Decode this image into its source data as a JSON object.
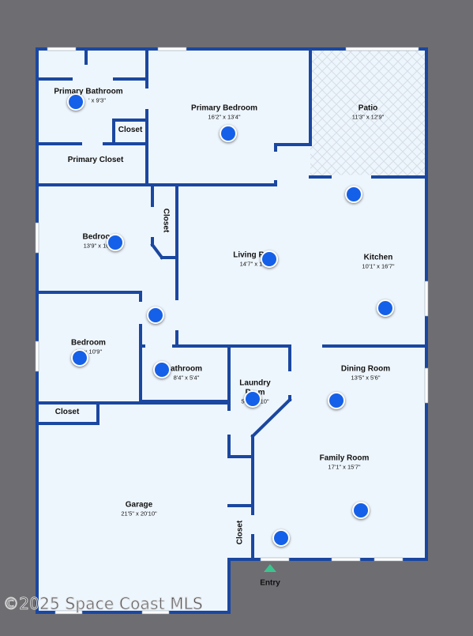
{
  "rooms": {
    "primary_bathroom": {
      "name": "Primary Bathroom",
      "dims": "' x 9'3\""
    },
    "primary_bedroom": {
      "name": "Primary Bedroom",
      "dims": "16'2\" x 13'4\""
    },
    "patio": {
      "name": "Patio",
      "dims": "11'3\" x 12'9\""
    },
    "closet_primary_bath": {
      "name": "Closet"
    },
    "primary_closet": {
      "name": "Primary Closet"
    },
    "closet_hall": {
      "name": "Closet"
    },
    "bedroom_1": {
      "name": "Bedroo",
      "dims": "13'9\" x 10"
    },
    "living_room": {
      "name": "Living Ro",
      "dims": "14'7\" x 1"
    },
    "kitchen": {
      "name": "Kitchen",
      "dims": "10'1\" x 16'7\""
    },
    "bedroom_2": {
      "name": "Bedroom",
      "dims": "10' x 10'9\""
    },
    "bathroom": {
      "name": "athroom",
      "dims": "8'4\" x 5'4\""
    },
    "laundry_room": {
      "name": "Laundry",
      "name2": "Ro m",
      "dims": "5'10\"   0'10\""
    },
    "dining_room": {
      "name": "Dining Room",
      "dims": "13'5\" x 5'6\""
    },
    "closet_bedroom2": {
      "name": "Closet"
    },
    "family_room": {
      "name": "Family Room",
      "dims": "17'1\" x 15'7\""
    },
    "garage": {
      "name": "Garage",
      "dims": "21'5\" x 20'10\""
    },
    "closet_garage": {
      "name": "Closet"
    }
  },
  "entry_label": "Entry",
  "watermark": "©2025 Space Coast MLS",
  "colors": {
    "wall": "#1a47a0",
    "floor": "#eef6fd",
    "background": "#6e6d72",
    "marker": "#1560e8",
    "entry": "#3cc48e"
  }
}
